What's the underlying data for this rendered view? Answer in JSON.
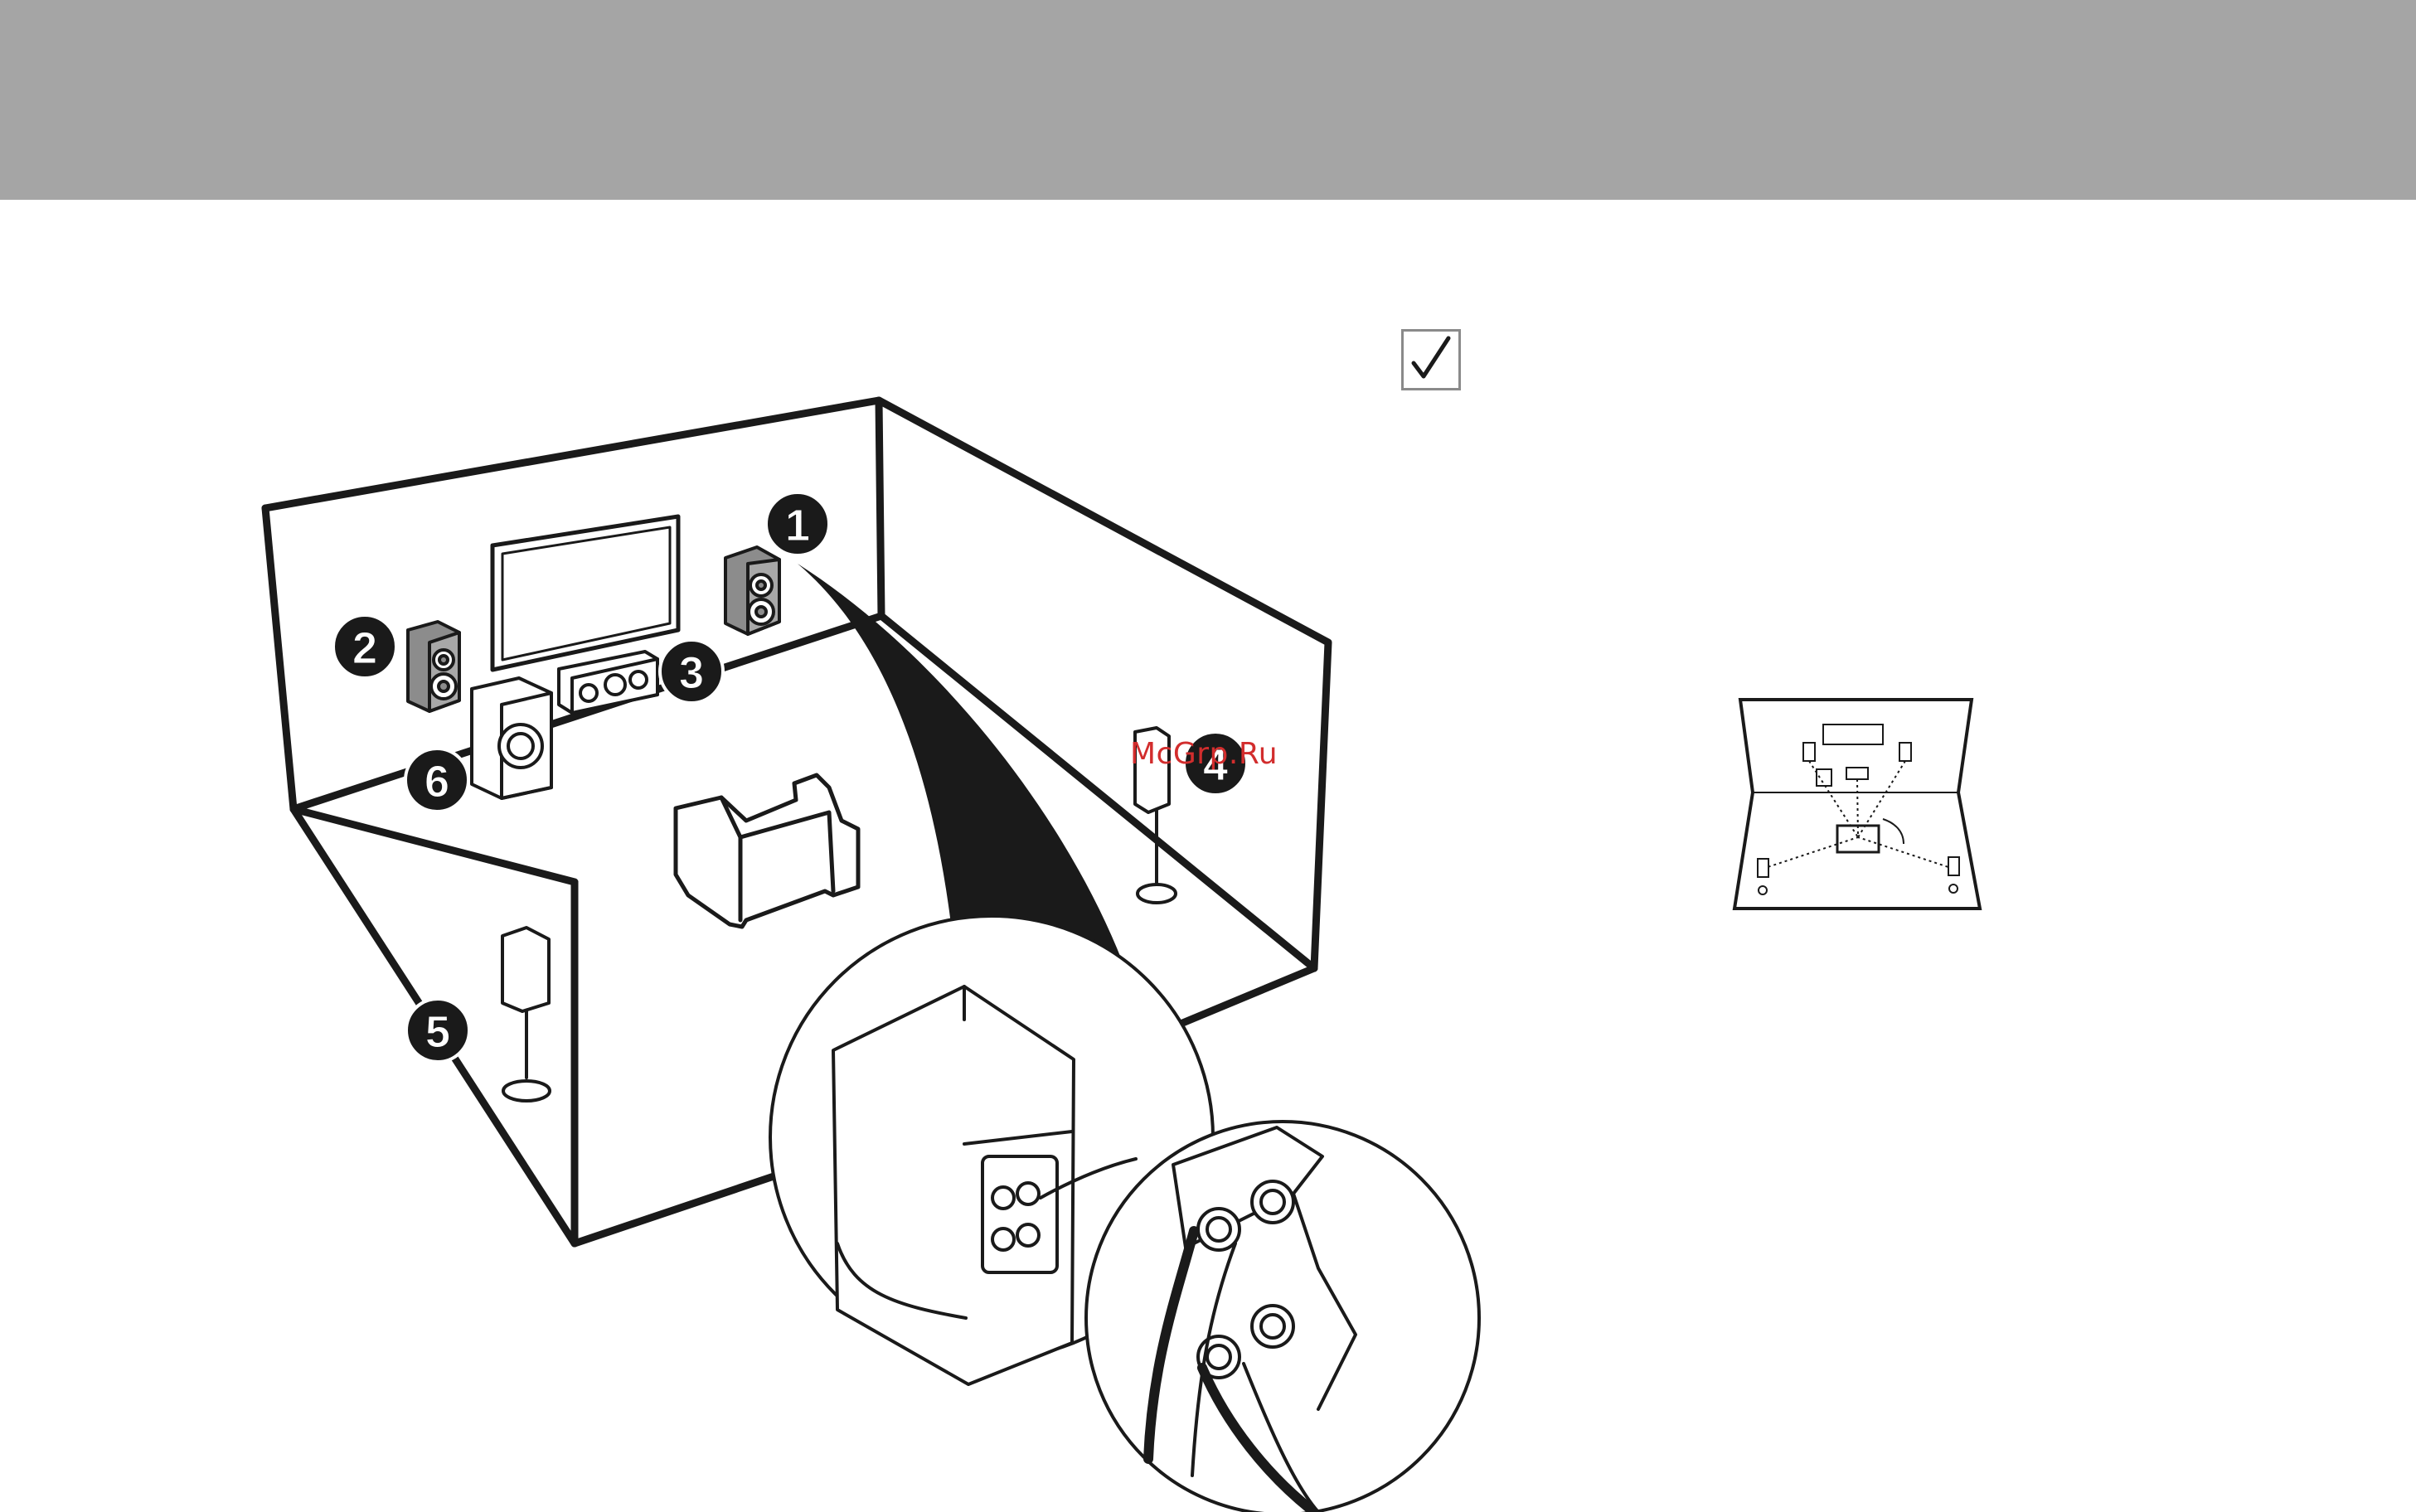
{
  "header": {
    "band_color": "#a5a5a5"
  },
  "check_mark": {
    "icon": "check-icon",
    "checked": true
  },
  "watermark": {
    "text": "McGrp.Ru"
  },
  "speakers": [
    {
      "number": "1",
      "name": "front-right-speaker"
    },
    {
      "number": "2",
      "name": "front-left-speaker"
    },
    {
      "number": "3",
      "name": "center-speaker"
    },
    {
      "number": "4",
      "name": "surround-right-speaker"
    },
    {
      "number": "5",
      "name": "surround-left-speaker"
    },
    {
      "number": "6",
      "name": "subwoofer"
    }
  ],
  "colors": {
    "line": "#1a1a1a",
    "badge": "#1a1a1a",
    "speaker_fill": "#8c8c8c",
    "watermark": "#d22d2d"
  }
}
